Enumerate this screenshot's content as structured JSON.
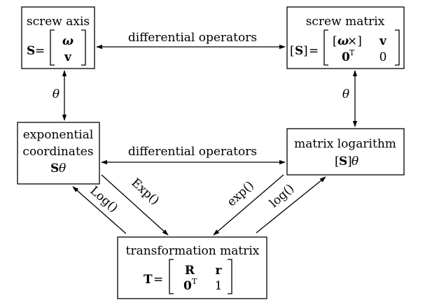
{
  "screw_axis": {
    "title": "screw axis",
    "lhs": "S",
    "eq": "=",
    "top": "ω",
    "bottom": "v"
  },
  "screw_matrix": {
    "title": "screw matrix",
    "lhs_open": "[",
    "lhs": "S",
    "lhs_close": "]",
    "eq": "=",
    "r1c1": "[ω×]",
    "r1c2": "v",
    "r2c1": "0",
    "r2c1_sup": "T",
    "r2c2": "0"
  },
  "exp_coords": {
    "line1": "exponential",
    "line2": "coordinates",
    "sym": "S",
    "theta": "θ"
  },
  "matrix_log": {
    "line1": "matrix logarithm",
    "sym_open": "[",
    "sym": "S",
    "sym_close": "]",
    "theta": "θ"
  },
  "transform": {
    "title": "transformation matrix",
    "lhs": "T",
    "eq": "=",
    "r1c1": "R",
    "r1c2": "r",
    "r2c1": "0",
    "r2c1_sup": "T",
    "r2c2": "1"
  },
  "edges": {
    "top_label": "differential operators",
    "middle_label": "differential operators",
    "left_theta": "θ",
    "right_theta": "θ",
    "Log": "Log()",
    "Exp": "Exp()",
    "exp": "exp()",
    "log": "log()"
  }
}
